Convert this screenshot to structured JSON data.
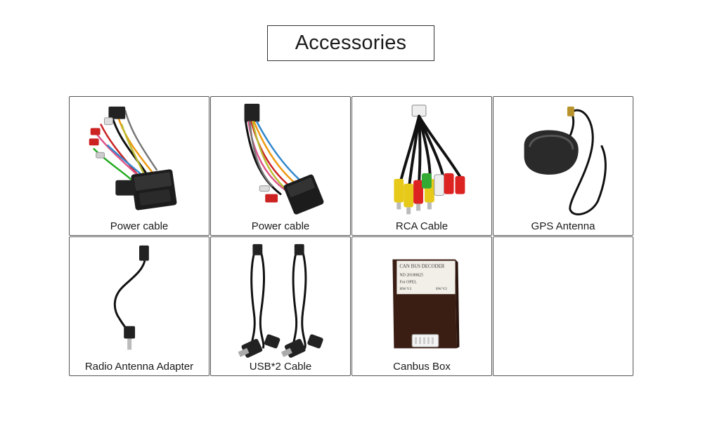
{
  "header": {
    "title": "Accessories"
  },
  "items": [
    {
      "label": "Power cable",
      "icon": "power-harness-icon"
    },
    {
      "label": "Power cable",
      "icon": "power-harness-icon"
    },
    {
      "label": "RCA Cable",
      "icon": "rca-cable-icon"
    },
    {
      "label": "GPS Antenna",
      "icon": "gps-antenna-icon"
    },
    {
      "label": "Radio Antenna Adapter",
      "icon": "radio-adapter-icon"
    },
    {
      "label": "USB*2 Cable",
      "icon": "usb-cable-icon"
    },
    {
      "label": "Canbus Box",
      "icon": "canbus-box-icon"
    },
    {
      "label": "",
      "icon": ""
    }
  ],
  "canbus_box": {
    "line1": "CAN BUS DECODER",
    "line2": "ND  20180825",
    "line3": "For  OPEL",
    "line4": "HW:V2",
    "line5": "SW:V2"
  },
  "colors": {
    "border": "#555555",
    "text": "#1a1a1a"
  }
}
